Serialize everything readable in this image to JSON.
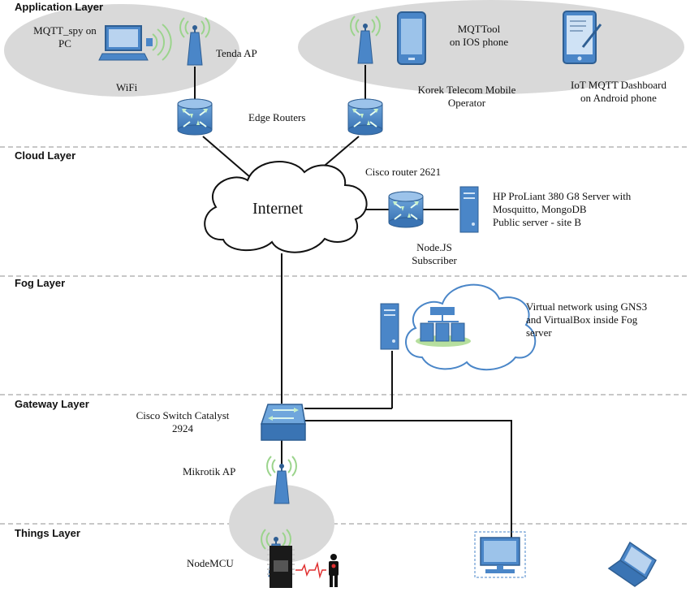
{
  "layers": {
    "application": "Application Layer",
    "cloud": "Cloud Layer",
    "fog": "Fog Layer",
    "gateway": "Gateway Layer",
    "things": "Things Layer"
  },
  "nodes": {
    "mqtt_spy": [
      "MQTT_spy on",
      "PC"
    ],
    "tenda_ap": "Tenda AP",
    "wifi": "WiFi",
    "mqttool": [
      "MQTTool",
      "on IOS phone"
    ],
    "korek": [
      "Korek Telecom Mobile",
      "Operator"
    ],
    "dashboard": [
      "IoT MQTT Dashboard",
      "on Android phone"
    ],
    "edge_routers": "Edge Routers",
    "cisco_router": "Cisco router 2621",
    "internet": "Internet",
    "hp_server": [
      "HP ProLiant 380 G8 Server with",
      "Mosquitto, MongoDB",
      "Public server - site B"
    ],
    "nodejs": [
      "Node.JS",
      "Subscriber"
    ],
    "virtual_network": [
      "Virtual network using GNS3",
      "and VirtualBox inside Fog",
      "server"
    ],
    "cisco_switch": [
      "Cisco Switch Catalyst",
      "2924"
    ],
    "mikrotik": "Mikrotik AP",
    "nodemcu": "NodeMCU"
  },
  "colors": {
    "device_blue": "#4a86c8",
    "device_dark": "#2f5f93",
    "cloud_ellipse": "#d9d9d9",
    "dashed_line": "#a6a6a6"
  }
}
